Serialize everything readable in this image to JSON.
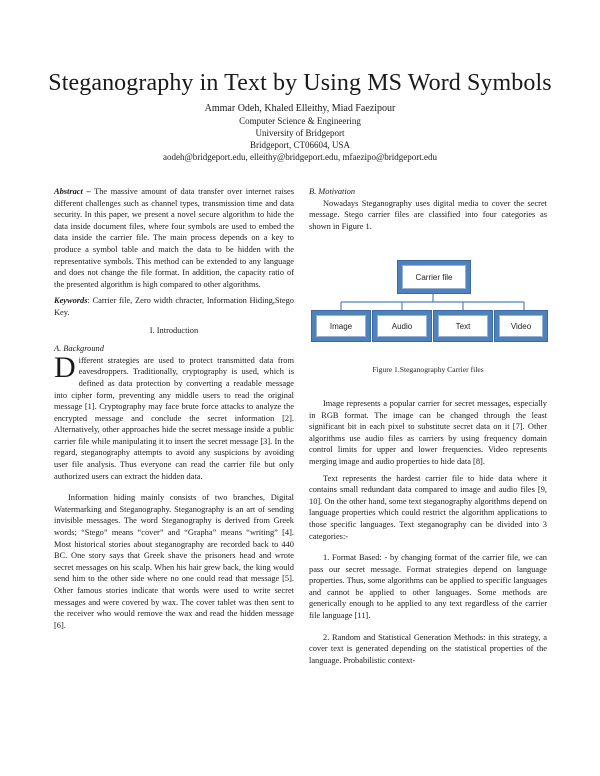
{
  "title": "Steganography in Text by Using MS Word Symbols",
  "authors": "Ammar Odeh, Khaled Elleithy, Miad Faezipour",
  "affiliation": {
    "department": "Computer Science & Engineering",
    "university": "University of Bridgeport",
    "location": "Bridgeport, CT06604, USA",
    "emails": "aodeh@bridgeport.edu, elleithy@bridgeport.edu, mfaezipo@bridgeport.edu"
  },
  "abstract": {
    "label": "Abstract –",
    "text": " The massive amount of data transfer over internet raises different challenges such as channel types, transmission time and data security. In this paper, we present a novel secure algorithm to hide the data inside document files, where four symbols are used to embed the data inside the carrier file. The main process depends on a key to produce a symbol table and match the data to be hidden with the representative symbols. This method can be extended to any language and does not change the file format. In addition, the capacity ratio of the presented algorithm is high compared to other algorithms."
  },
  "keywords": {
    "label": "Keywords",
    "text": ": Carrier file, Zero width chracter,  Information Hiding,Stego Key."
  },
  "section_intro": "I.     Introduction",
  "subsection_a": "A.  Background",
  "background_dropcap": "D",
  "background_p1": "ifferent strategies are used to protect transmitted data from eavesdroppers. Traditionally, cryptography is used, which is defined as data protection by converting a readable message into cipher form, preventing any middle users to read the original message [1]. Cryptography may face brute force attacks to analyze the encrypted message and conclude the secret information [2]. Alternatively, other approaches hide the secret message inside a public carrier file while manipulating it to insert the secret message [3]. In the regard, steganography attempts to avoid any suspicions by avoiding user file analysis. Thus everyone can read the carrier file but only authorized users can extract the hidden data.",
  "background_p2": "Information hiding mainly consists of two branches, Digital Watermarking and Steganography. Steganography is an art of sending invisible messages. The word Steganography is derived from Greek words; “Stego” means “cover” and “Grapha” means “writing” [4]. Most historical stories about steganography are recorded back to 440 BC. One story says that Greek shave the  prisoners head and wrote secret messages on his scalp. When his hair grew back, the king would send him to the other side where no one could read that message [5]. Other famous stories indicate that words were used to write secret messages and were covered by wax. The cover tablet was then sent to the receiver who would remove the wax and read the hidden message [6].",
  "subsection_b": "B. Motivation",
  "motivation_p1": "Nowadays Steganography uses digital media to cover the secret message. Stego carrier files are classified into four categories as shown in Figure 1.",
  "figure": {
    "root": "Carrier file",
    "children": [
      "Image",
      "Audio",
      "Text",
      "Video"
    ],
    "caption": "Figure 1.Steganography Carrier files",
    "box_color": "#4f81bd"
  },
  "right_p2": "Image represents a popular carrier for secret messages, especially in RGB format. The image can be changed through the least significant bit in each pixel to substitute secret data on it [7]. Other algorithms use audio files as carriers by using frequency domain control limits for upper and lower frequencies. Video represents merging image and audio properties to hide data [8].",
  "right_p3": "Text represents the hardest carrier file to hide data where it contains small redundant data compared to image and audio files [9, 10]. On the other hand, some text steganography algorithms depend on language properties which could restrict the algorithm applications to those specific languages. Text steganography can be divided into 3 categories:-",
  "right_p4": "1. Format Based: - by changing format of the carrier file, we can pass our secret message. Format strategies depend on language properties. Thus, some algorithms can be applied to specific languages and cannot be applied to other languages. Some methods are generically enough to be applied to any text regardless of the carrier file language [11].",
  "right_p5": "2. Random and Statistical Generation Methods: in this strategy, a cover text is generated depending on the statistical properties of the language. Probabilistic context-"
}
